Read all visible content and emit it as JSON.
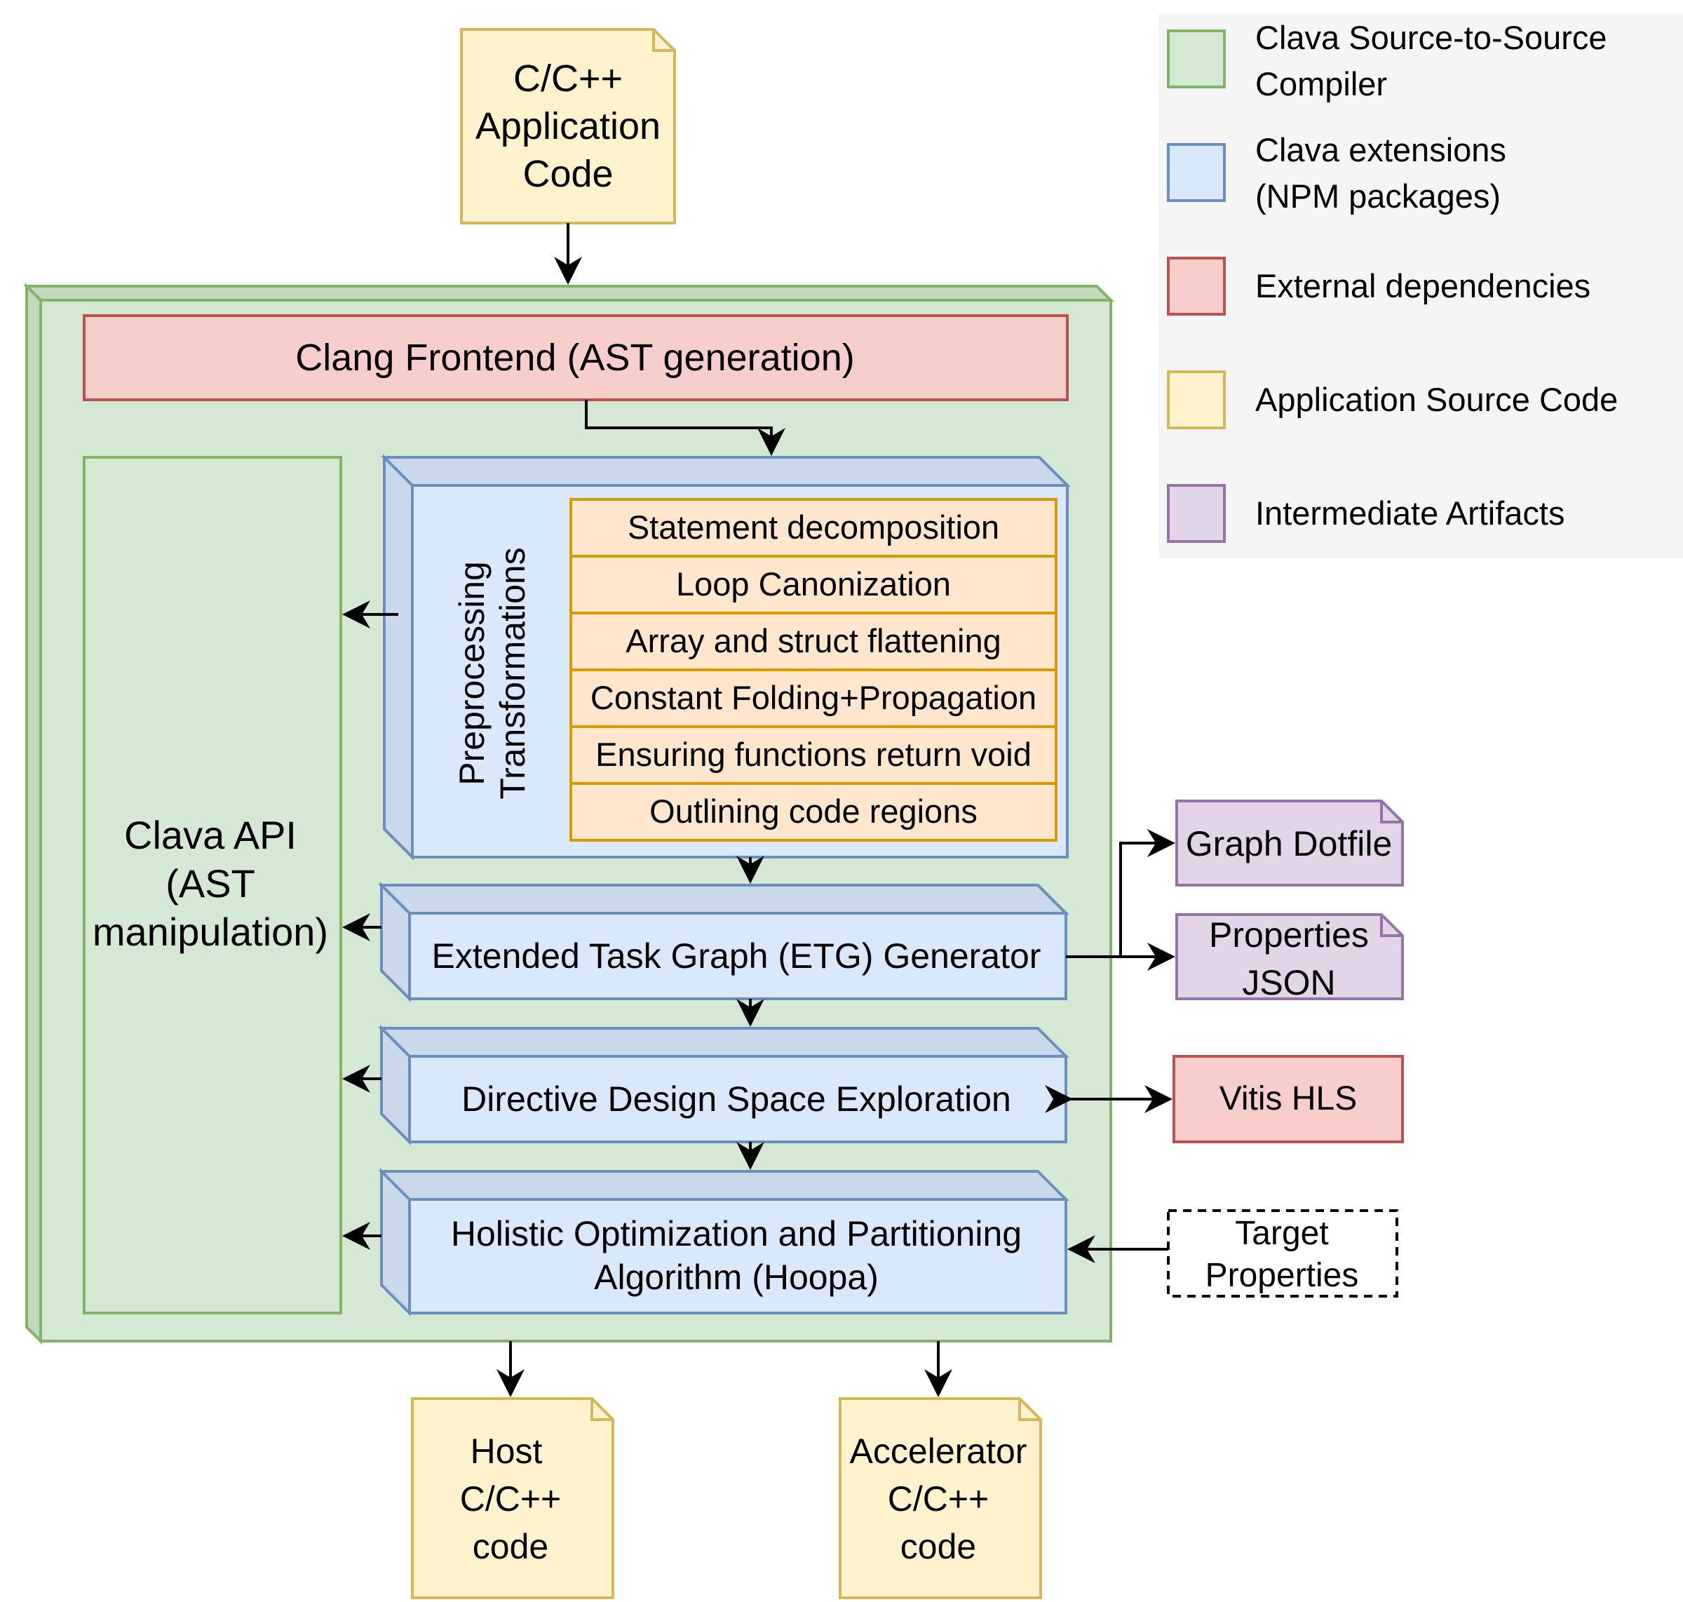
{
  "colors": {
    "clava_fill": "#d5e8d4",
    "clava_stroke": "#82b366",
    "ext_fill": "#dae8fc",
    "ext_stroke": "#6c8ebf",
    "dep_fill": "#f8cecc",
    "dep_stroke": "#b85450",
    "src_fill": "#fff2cc",
    "src_stroke": "#d6b656",
    "art_fill": "#e1d5e7",
    "art_stroke": "#9673a6",
    "pass_fill": "#ffe6cc",
    "pass_stroke": "#d79b00",
    "legend_bg": "#f5f5f5"
  },
  "input_code": {
    "lines": [
      "C/C++",
      "Application",
      "Code"
    ]
  },
  "clang": {
    "label": "Clang Frontend (AST generation)"
  },
  "clava_api": {
    "lines": [
      "Clava API",
      "(AST",
      "manipulation)"
    ]
  },
  "preprocessing": {
    "title_lines": [
      "Preprocessing",
      "Transformations"
    ],
    "steps": [
      "Statement decomposition",
      "Loop Canonization",
      "Array and struct flattening",
      "Constant Folding+Propagation",
      "Ensuring functions return void",
      "Outlining code regions"
    ]
  },
  "etg": {
    "label": "Extended Task Graph (ETG) Generator"
  },
  "dse": {
    "label": "Directive Design Space Exploration"
  },
  "hoopa": {
    "lines": [
      "Holistic Optimization and Partitioning",
      "Algorithm (Hoopa)"
    ]
  },
  "artifacts": {
    "dotfile": "Graph Dotfile",
    "json_lines": [
      "Properties",
      "JSON"
    ]
  },
  "vitis": {
    "label": "Vitis HLS"
  },
  "target": {
    "lines": [
      "Target",
      "Properties"
    ]
  },
  "outputs": {
    "host_lines": [
      "Host",
      "C/C++",
      "code"
    ],
    "accel_lines": [
      "Accelerator",
      "C/C++",
      "code"
    ]
  },
  "legend": {
    "items": [
      {
        "lines": [
          "Clava Source-to-Source",
          "Compiler"
        ],
        "kind": "clava"
      },
      {
        "lines": [
          "Clava extensions",
          "(NPM packages)"
        ],
        "kind": "ext"
      },
      {
        "lines": [
          "External dependencies"
        ],
        "kind": "dep"
      },
      {
        "lines": [
          "Application Source Code"
        ],
        "kind": "src"
      },
      {
        "lines": [
          "Intermediate Artifacts"
        ],
        "kind": "art"
      }
    ]
  }
}
